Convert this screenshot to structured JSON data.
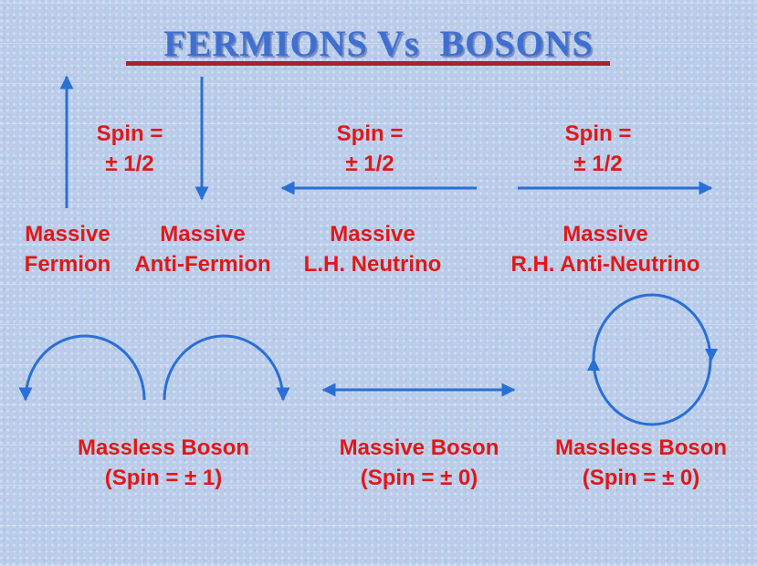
{
  "title": "FERMIONS Vs  BOSONS",
  "colors": {
    "title": "#3f6fd0",
    "underline": "#a82230",
    "label": "#e01818",
    "arrow": "#2a6fd6"
  },
  "spin_labels": [
    {
      "line1": "Spin =",
      "line2": "± 1/2"
    },
    {
      "line1": "Spin =",
      "line2": "± 1/2"
    },
    {
      "line1": "Spin =",
      "line2": "± 1/2"
    }
  ],
  "particles": [
    {
      "line1": "Massive",
      "line2": "Fermion"
    },
    {
      "line1": "Massive",
      "line2": "Anti-Fermion"
    },
    {
      "line1": "Massive",
      "line2": "L.H. Neutrino"
    },
    {
      "line1": "Massive",
      "line2": "R.H. Anti-Neutrino"
    }
  ],
  "bosons": [
    {
      "line1": "Massless Boson",
      "line2": "(Spin = ± 1)"
    },
    {
      "line1": "Massive Boson",
      "line2": "(Spin = ± 0)"
    },
    {
      "line1": "Massless Boson",
      "line2": "(Spin = ± 0)"
    }
  ]
}
